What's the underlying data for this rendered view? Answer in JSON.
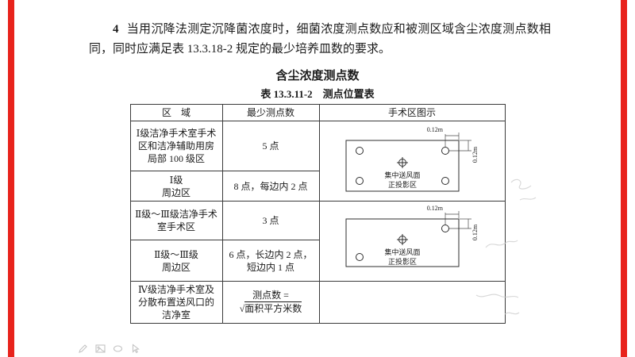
{
  "page": {
    "para_number": "4",
    "para_text": "当用沉降法测定沉降菌浓度时，细菌浓度测点数应和被测区域含尘浓度测点数相同，同时应满足表 13.3.18-2 规定的最少培养皿数的要求。",
    "title": "含尘浓度测点数",
    "table_caption": "表 13.3.11-2　测点位置表"
  },
  "colors": {
    "accent_red": "#e8231c",
    "table_border": "#3a3a3a",
    "toolbar_icon_gray": "#c3c3c3"
  },
  "table": {
    "headers": [
      "区　域",
      "最少测点数",
      "手术区图示"
    ],
    "rows": [
      {
        "region": "Ⅰ级洁净手术室手术区和洁净辅助用房局部 100 级区",
        "points": "5 点"
      },
      {
        "region_l1": "Ⅰ级",
        "region_l2": "周边区",
        "points": "8 点，每边内 2 点"
      },
      {
        "region": "Ⅱ级～Ⅲ级洁净手术室手术区",
        "points": "3 点"
      },
      {
        "region_l1": "Ⅱ级～Ⅲ级",
        "region_l2": "周边区",
        "points": "6 点，长边内 2 点，短边内 1 点"
      },
      {
        "region": "Ⅳ级洁净手术室及分散布置送风口的洁净室",
        "formula_lhs": "测点数 =",
        "formula_sqrt": "√",
        "formula_radicand": "面积平方米数"
      }
    ],
    "diagram1": {
      "dim_top": "0.12m",
      "dim_right": "0.12m",
      "label_line1": "集中送风面",
      "label_line2": "正投影区"
    },
    "diagram2": {
      "dim_top": "0.12m",
      "dim_right": "0.12m",
      "label_line1": "集中送风面",
      "label_line2": "正投影区"
    }
  },
  "toolbar": {
    "icons": [
      "pencil-icon",
      "image-icon",
      "oval-icon",
      "cursor-icon"
    ]
  }
}
